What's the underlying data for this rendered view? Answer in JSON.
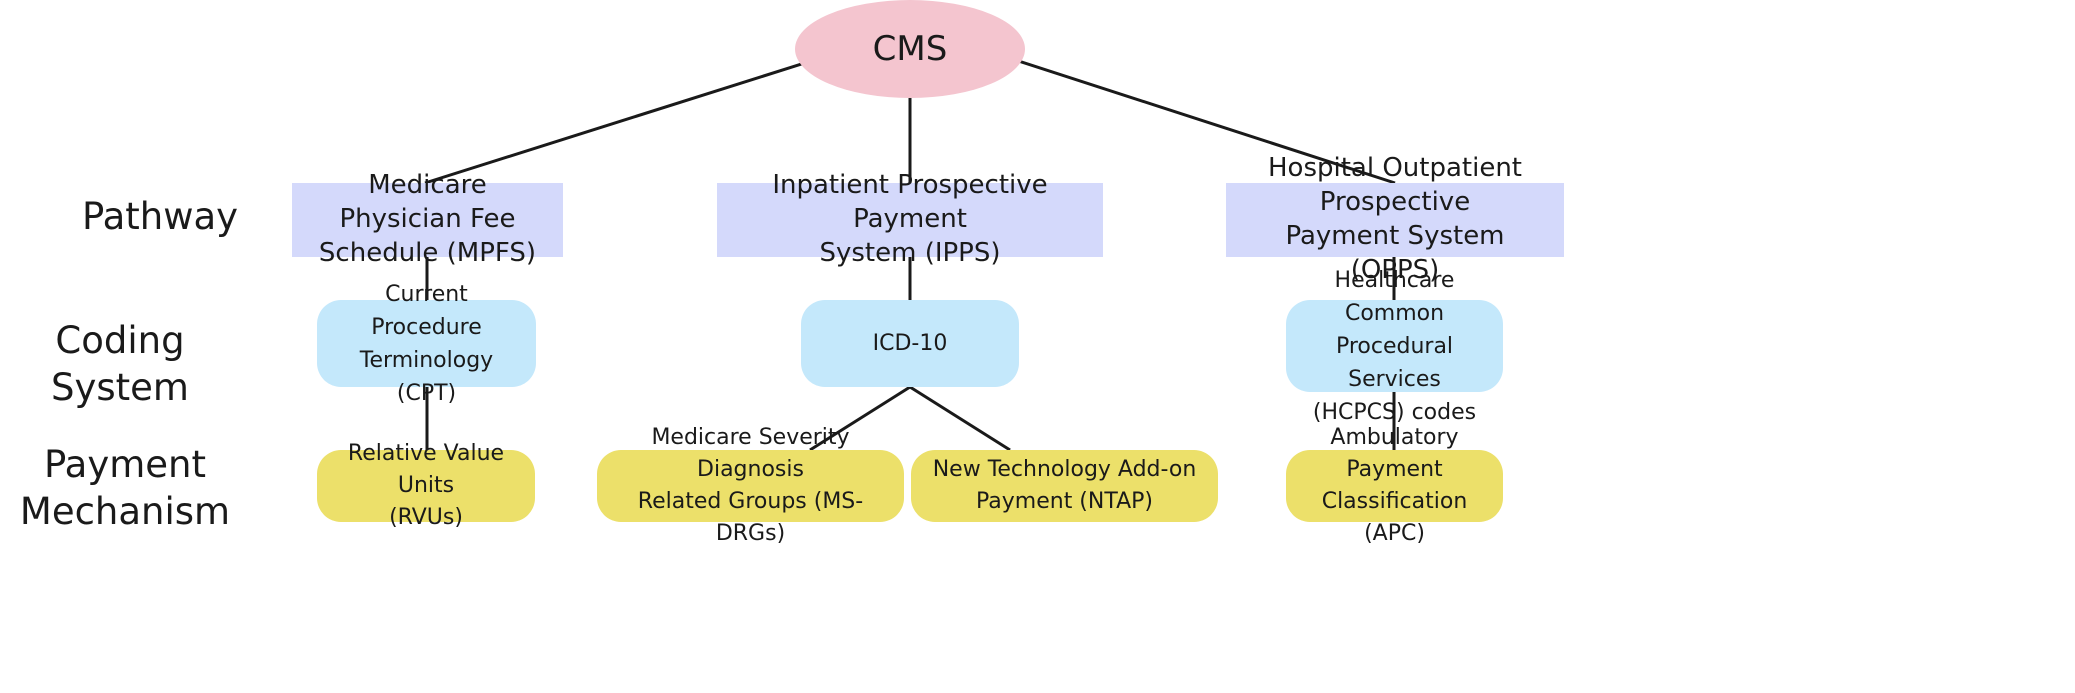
{
  "root": {
    "label": "CMS"
  },
  "row_labels": {
    "pathway": "Pathway",
    "coding": "Coding System",
    "payment_line1": "Payment",
    "payment_line2": "Mechanism"
  },
  "pathways": {
    "mpfs": {
      "line1": "Medicare Physician Fee",
      "line2": "Schedule (MPFS)"
    },
    "ipps": {
      "line1": "Inpatient Prospective Payment",
      "line2": "System (IPPS)"
    },
    "opps": {
      "line1": "Hospital Outpatient Prospective",
      "line2": "Payment System (OPPS)"
    }
  },
  "coding_systems": {
    "cpt": {
      "line1": "Current Procedure",
      "line2": "Terminology (CPT)"
    },
    "icd": {
      "line1": "ICD-10"
    },
    "hcpcs": {
      "line1": "Healthcare Common",
      "line2": "Procedural Services",
      "line3": "(HCPCS) codes"
    }
  },
  "payment_mechanisms": {
    "rvu": {
      "line1": "Relative Value Units",
      "line2": "(RVUs)"
    },
    "msdrg": {
      "line1": "Medicare Severity Diagnosis",
      "line2": "Related Groups (MS-DRGs)"
    },
    "ntap": {
      "line1": "New Technology Add-on",
      "line2": "Payment (NTAP)"
    },
    "apc": {
      "line1": "Ambulatory Payment",
      "line2": "Classification (APC)"
    }
  },
  "colors": {
    "root": "#f4c5cf",
    "pathway": "#d4d9fb",
    "coding": "#c4e8fb",
    "payment": "#ece06a",
    "connector": "#1a1a1a"
  }
}
